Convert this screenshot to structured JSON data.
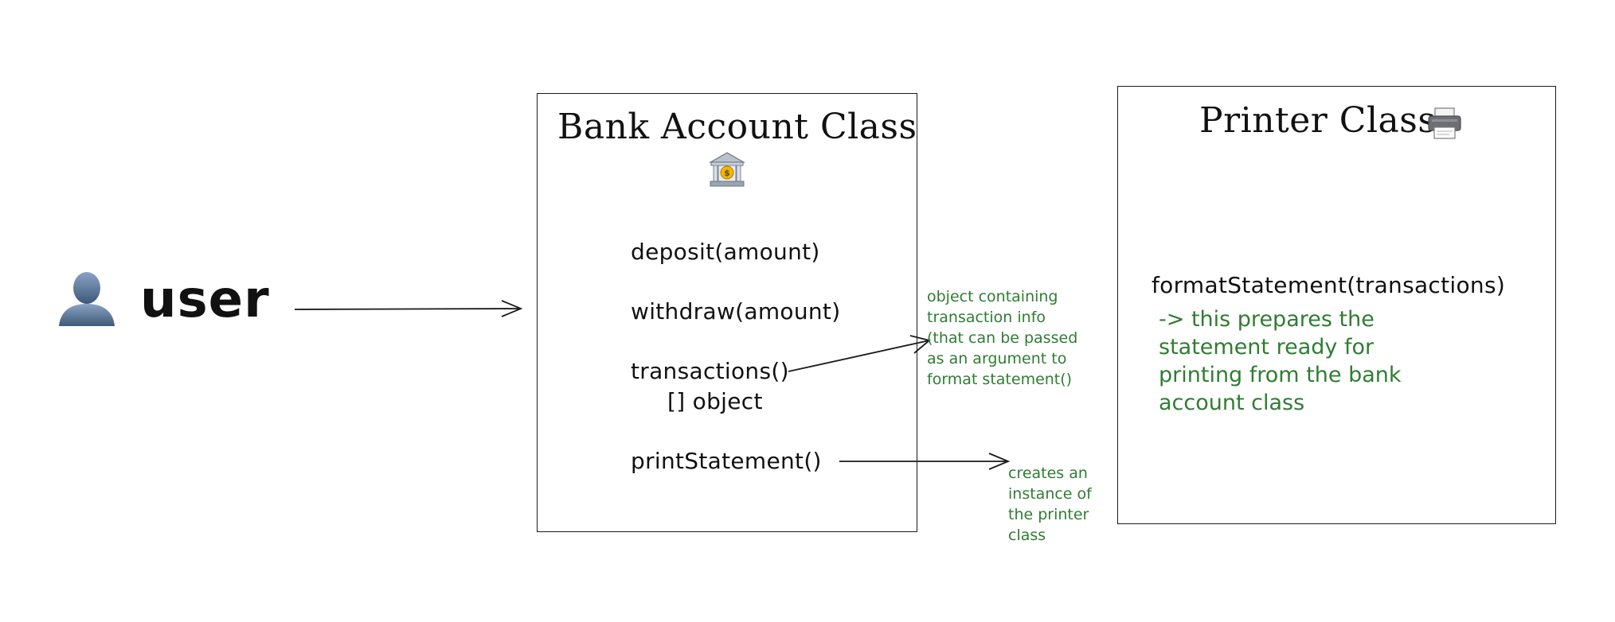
{
  "user": {
    "label": "user",
    "icon": "user-silhouette-icon"
  },
  "bank_account": {
    "title": "Bank Account Class",
    "icon": "bank-building-icon",
    "methods": {
      "deposit": "deposit(amount)",
      "withdraw": "withdraw(amount)",
      "transactions": "transactions()",
      "transactions_sub": "[] object",
      "print_statement": "printStatement()"
    }
  },
  "printer": {
    "title": "Printer Class",
    "icon": "printer-icon",
    "method": "formatStatement(transactions)",
    "description": "-> this prepares the\nstatement ready for\nprinting from the bank\naccount class"
  },
  "annotations": {
    "transactions_note": "object containing\ntransaction info\n(that can be passed\nas an argument to\nformat statement()",
    "print_note": "creates an\ninstance of\nthe printer\nclass"
  },
  "colors": {
    "note_green": "#2f7d32",
    "ink": "#111111"
  }
}
